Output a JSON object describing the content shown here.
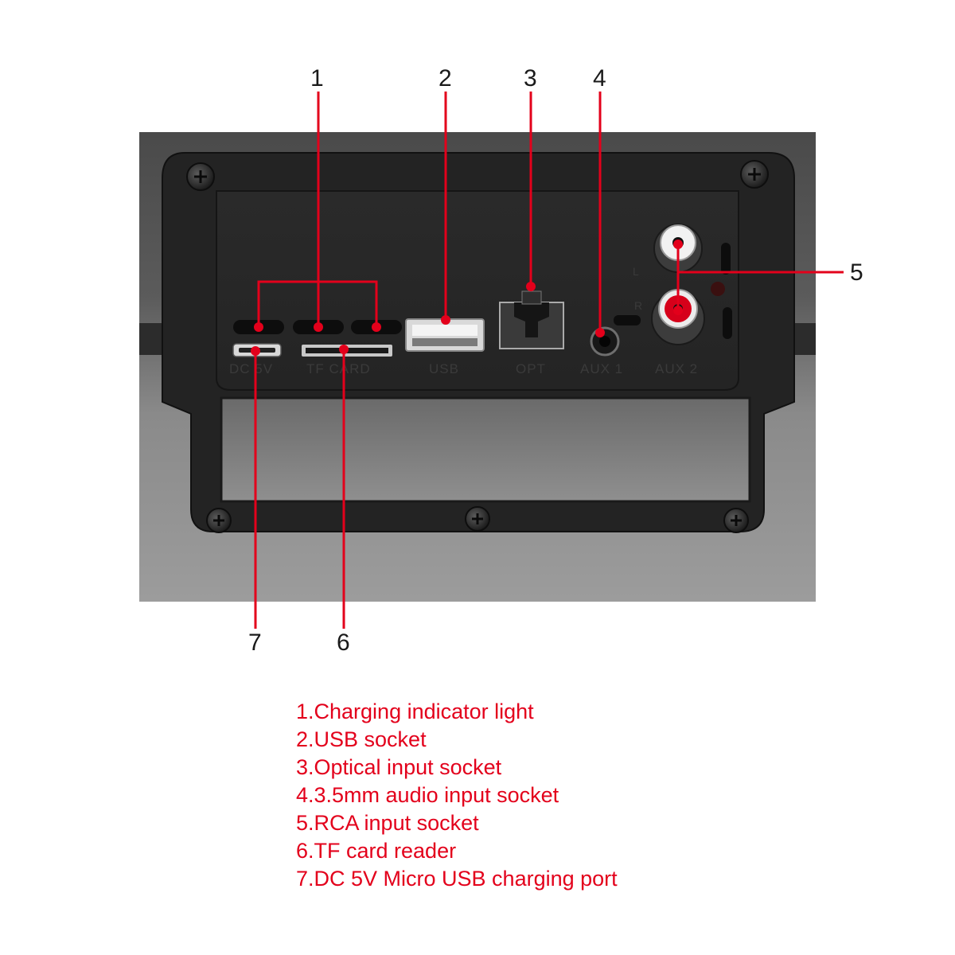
{
  "colors": {
    "accent": "#e3001b",
    "body": "#3a3a3a",
    "panel": "#1e1e1e"
  },
  "callouts": {
    "n1": "1",
    "n2": "2",
    "n3": "3",
    "n4": "4",
    "n5": "5",
    "n6": "6",
    "n7": "7"
  },
  "panel_labels": {
    "dc": "DC 5V",
    "tf": "TF CARD",
    "usb": "USB",
    "opt": "OPT",
    "aux1": "AUX 1",
    "aux2": "AUX 2",
    "left": "L",
    "right": "R"
  },
  "legend": [
    "1.Charging indicator light",
    "2.USB socket",
    "3.Optical input socket",
    "4.3.5mm audio input socket",
    "5.RCA input socket",
    "6.TF card reader",
    "7.DC 5V Micro USB charging port"
  ],
  "icons": [
    "screw-icon",
    "rca-jack-icon",
    "usb-port-icon",
    "optical-port-icon",
    "aux-jack-icon"
  ]
}
